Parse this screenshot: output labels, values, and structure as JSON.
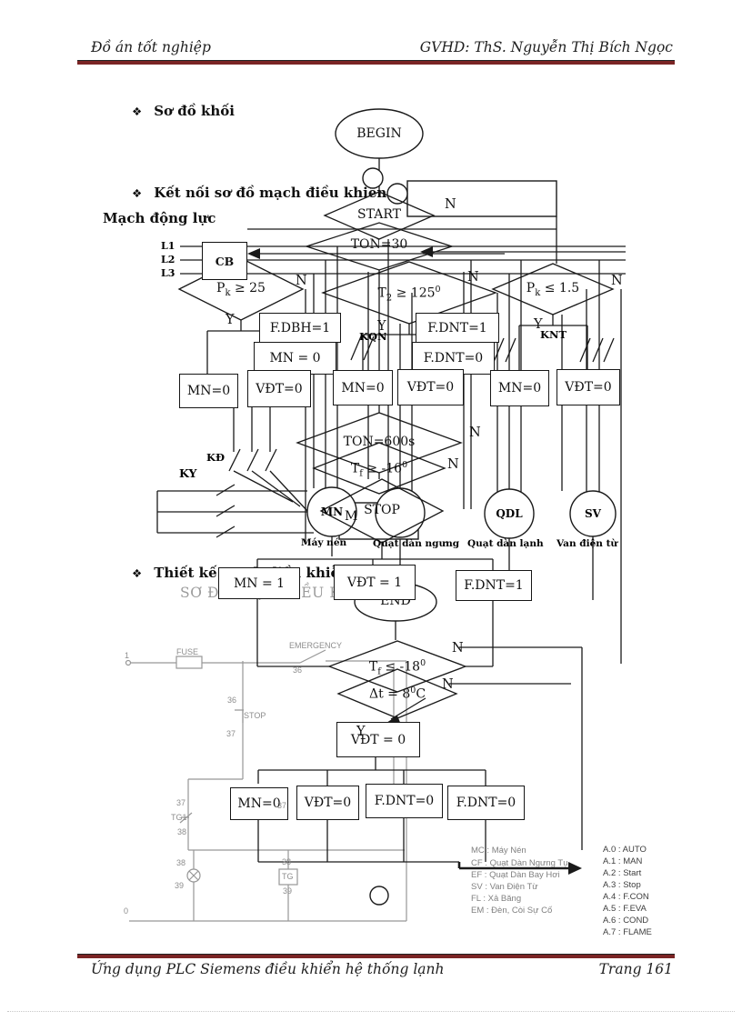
{
  "header": {
    "left": "Đồ án tốt nghiệp",
    "right": "GVHD:  ThS. Nguyễn Thị Bích Ngọc"
  },
  "footer": {
    "left": "Ứng dụng PLC Siemens điều khiển hệ thống lạnh",
    "right": "Trang 161"
  },
  "sections": {
    "bullet": "❖",
    "so_do_khoi": "Sơ đồ khối",
    "ket_noi": "Kết nối sơ đồ mạch điều khiển và mạch động lực",
    "mach_dong_luc": "Mạch động lực",
    "thiet_ke": "Thiết kế mạch điều khiễn điện",
    "so_do_dien": "SƠ ĐỒ ĐIỆN ĐIỀU KHIỂN"
  },
  "flowchart": {
    "begin": "BEGIN",
    "start": "START",
    "stop": "STOP",
    "end": "END",
    "ton30": "TON=30",
    "ton600": "TON=600s",
    "yes": "Y",
    "no": "N",
    "fragment": "M",
    "cond": {
      "pk_hi": {
        "base": "P",
        "sub": "k",
        "rest": " ≥ 25"
      },
      "t2": {
        "base": "T",
        "sub": "2",
        "rest": " ≥ 125",
        "sup": "0"
      },
      "pk_lo": {
        "base": "P",
        "sub": "k",
        "rest": " ≤ 1.5"
      },
      "tf_hi": {
        "base": "T",
        "sub": "f",
        "rest": " ≥ -16",
        "sup": "0"
      },
      "tf_lo": {
        "base": "T",
        "sub": "f",
        "rest": " ≤ -18",
        "sup": "0"
      },
      "dt": {
        "base": "Δt",
        "rest": " = 8",
        "sup": "0",
        "tail": "C"
      }
    },
    "boxes": [
      "F.DBH=1",
      "F.DNT=1",
      "MN = 0",
      "F.DNT=0",
      "MN=0",
      "VĐT=0",
      "MN=0",
      "VĐT=0",
      "MN=0",
      "VĐT=0",
      "MN = 1",
      "VĐT = 1",
      "F.DNT=1",
      "VĐT = 0",
      "MN=0",
      "VĐT=0",
      "F.DNT=0",
      "F.DNT=0"
    ]
  },
  "power": {
    "l1": "L1",
    "l2": "L2",
    "l3": "L3",
    "cb": "CB",
    "ky": "KY",
    "kd": "KĐ",
    "kqn": "KQN",
    "knt": "KNT",
    "motors": [
      {
        "tag": "MN",
        "caption": "Máy nén"
      },
      {
        "tag": "",
        "caption": "Quạt dàn ngưng"
      },
      {
        "tag": "QDL",
        "caption": "Quạt dàn lạnh"
      },
      {
        "tag": "SV",
        "caption": "Van điện từ"
      }
    ]
  },
  "control": {
    "fuse": "FUSE",
    "emergency": "EMERGENCY",
    "stop": "STOP",
    "tg1": "TG1",
    "tg": "TG",
    "nodes": [
      "1",
      "36",
      "36",
      "37",
      "37",
      "37",
      "38",
      "38",
      "38",
      "39",
      "39",
      "0"
    ]
  },
  "legend": {
    "sep": " : ",
    "left": [
      {
        "key": "MC",
        "value": "Máy Nén"
      },
      {
        "key": "CF",
        "value": "Quạt Dàn Ngưng Tụ"
      },
      {
        "key": "EF",
        "value": "Quạt Dàn Bay Hơi"
      },
      {
        "key": "SV",
        "value": "Van Điện Từ"
      },
      {
        "key": "FL",
        "value": "Xả Băng"
      },
      {
        "key": "EM",
        "value": "Đèn, Còi Sự Cố"
      }
    ],
    "right": [
      {
        "key": "A.0",
        "value": "AUTO"
      },
      {
        "key": "A.1",
        "value": "MAN"
      },
      {
        "key": "A.2",
        "value": "Start"
      },
      {
        "key": "A.3",
        "value": "Stop"
      },
      {
        "key": "A.4",
        "value": "F.CON"
      },
      {
        "key": "A.5",
        "value": "F.EVA"
      },
      {
        "key": "A.6",
        "value": "COND"
      },
      {
        "key": "A.7",
        "value": "FLAME"
      }
    ]
  }
}
